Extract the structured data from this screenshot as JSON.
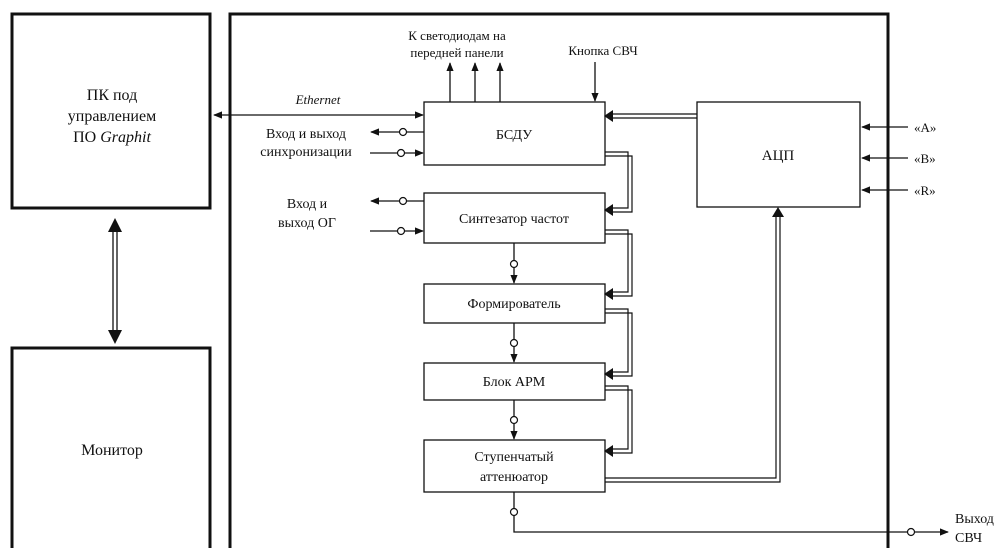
{
  "pc": {
    "line1": "ПК под",
    "line2": "управлением",
    "line3_prefix": "ПО ",
    "line3_italic": "Graphit"
  },
  "monitor": {
    "label": "Монитор"
  },
  "ethernet": {
    "label": "Ethernet"
  },
  "leds": {
    "line1": "К светодиодам на",
    "line2": "передней панели"
  },
  "mw_button": {
    "label": "Кнопка СВЧ"
  },
  "sync": {
    "line1": "Вход и выход",
    "line2": "синхронизации"
  },
  "og": {
    "line1": "Вход и",
    "line2": "выход ОГ"
  },
  "blocks": {
    "bsdu": "БСДУ",
    "synth": "Синтезатор частот",
    "former": "Формирователь",
    "arm": "Блок АРМ",
    "atten_line1": "Ступенчатый",
    "atten_line2": "аттенюатор",
    "adc": "АЦП"
  },
  "inputs": {
    "a": "«A»",
    "b": "«B»",
    "r": "«R»"
  },
  "output": {
    "line1": "Выход",
    "line2": "СВЧ"
  }
}
